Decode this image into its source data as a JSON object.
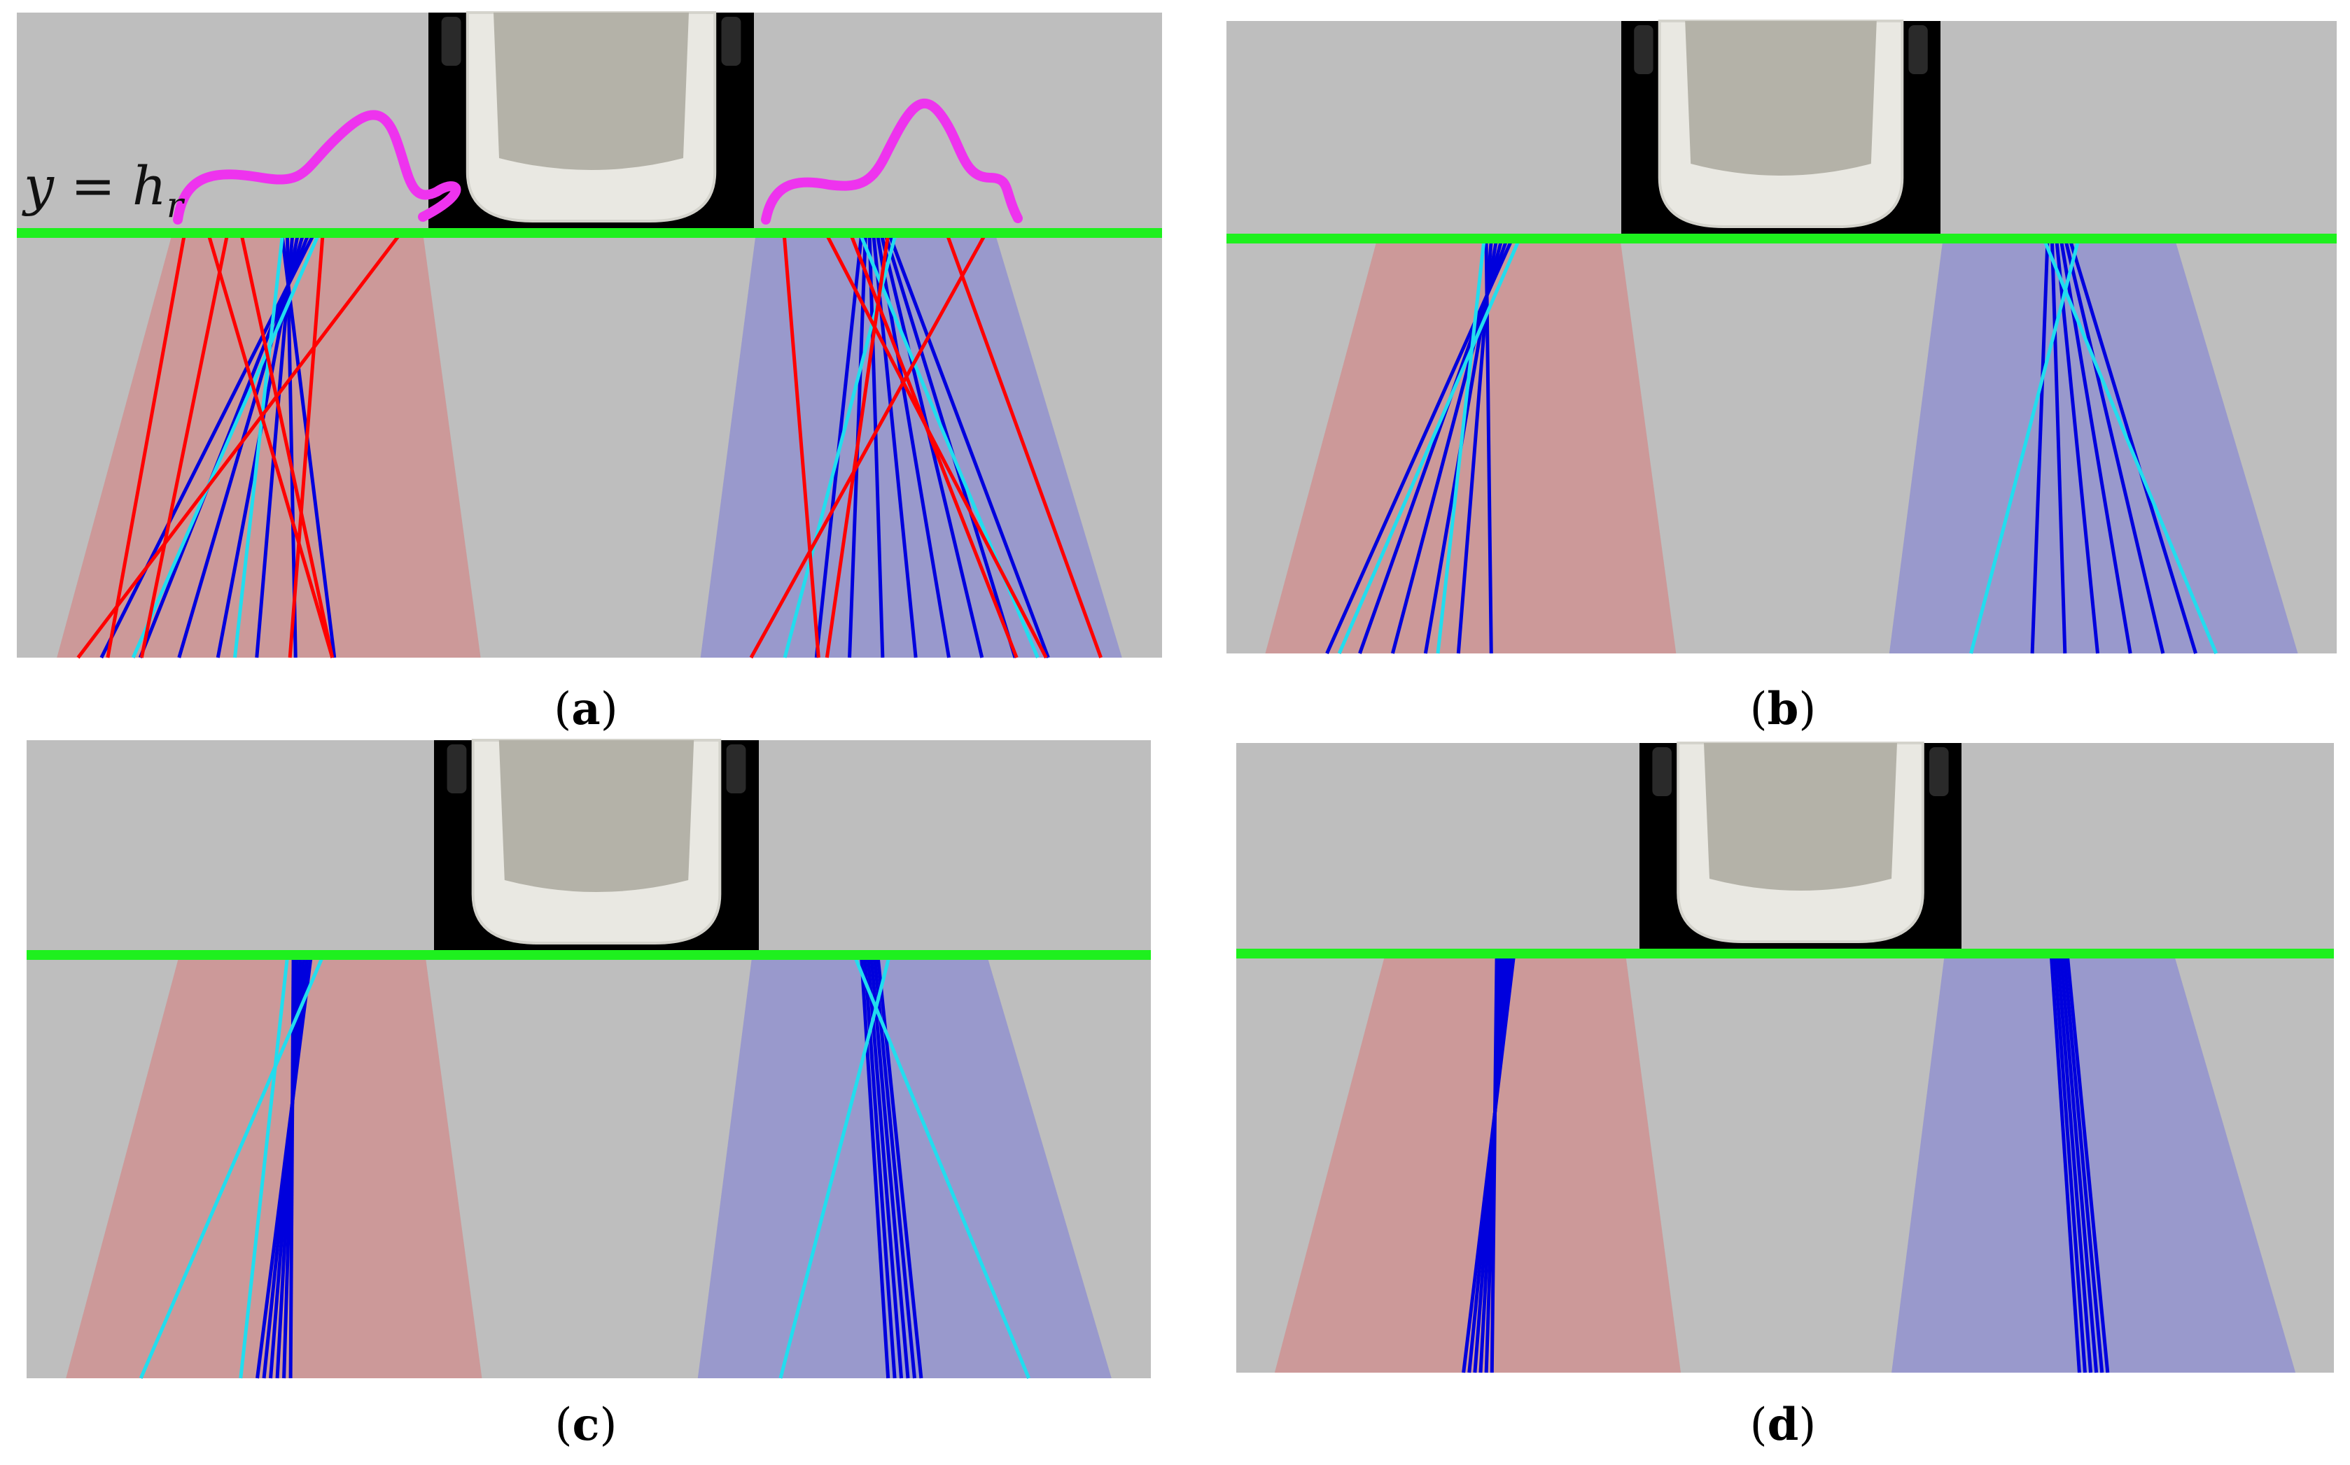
{
  "figure": {
    "colors": {
      "background": "#bebebe",
      "page": "#ffffff",
      "line": "#1ef01e",
      "red_region": "#cc9999",
      "blue_region": "#9999cc",
      "red_ray": "#ff0000",
      "blue_ray": "#0000dd",
      "cyan_ray": "#22ddee",
      "curve": "#ee33ee",
      "car_frame": "#000000",
      "car_body": "#e9e8e2",
      "car_glass": "#b4b2a8"
    },
    "annotation": {
      "equation_var": "y = h",
      "equation_sub": "r"
    },
    "panels": [
      {
        "id": "a",
        "caption_open": "(",
        "caption_letter": "a",
        "caption_close": ")",
        "left_rays": {
          "red": 6,
          "blue": 7,
          "cyan": 2
        },
        "right_rays": {
          "red": 6,
          "blue": 8,
          "cyan": 2
        },
        "has_curves": true
      },
      {
        "id": "b",
        "caption_open": "(",
        "caption_letter": "b",
        "caption_close": ")",
        "left_rays": {
          "red": 0,
          "blue": 6,
          "cyan": 2
        },
        "right_rays": {
          "red": 0,
          "blue": 6,
          "cyan": 2
        },
        "has_curves": false
      },
      {
        "id": "c",
        "caption_open": "(",
        "caption_letter": "c",
        "caption_close": ")",
        "left_rays": {
          "red": 0,
          "blue": 6,
          "cyan": 2
        },
        "right_rays": {
          "red": 0,
          "blue": 6,
          "cyan": 2
        },
        "has_curves": false
      },
      {
        "id": "d",
        "caption_open": "(",
        "caption_letter": "d",
        "caption_close": ")",
        "left_rays": {
          "red": 0,
          "blue": 6,
          "cyan": 0
        },
        "right_rays": {
          "red": 0,
          "blue": 6,
          "cyan": 0
        },
        "has_curves": false
      }
    ]
  }
}
